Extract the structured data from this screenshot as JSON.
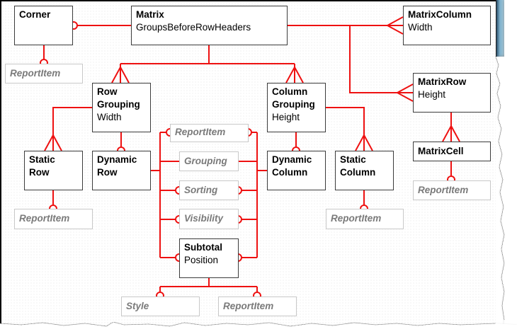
{
  "diagram": {
    "title": "Matrix report object model",
    "line_color": "#ee1111",
    "entities": {
      "corner": {
        "name": "Corner"
      },
      "matrix": {
        "name": "Matrix",
        "prop": "GroupsBeforeRowHeaders"
      },
      "matrix_column": {
        "name": "MatrixColumn",
        "prop": "Width"
      },
      "matrix_row": {
        "name": "MatrixRow",
        "prop": "Height"
      },
      "matrix_cell": {
        "name": "MatrixCell"
      },
      "row_grouping": {
        "name_line1": "Row",
        "name_line2": "Grouping",
        "prop": "Width"
      },
      "column_grouping": {
        "name_line1": "Column",
        "name_line2": "Grouping",
        "prop": "Height"
      },
      "static_row": {
        "name_line1": "Static",
        "name_line2": "Row"
      },
      "dynamic_row": {
        "name_line1": "Dynamic",
        "name_line2": "Row"
      },
      "dynamic_column": {
        "name_line1": "Dynamic",
        "name_line2": "Column"
      },
      "static_column": {
        "name_line1": "Static",
        "name_line2": "Column"
      },
      "subtotal": {
        "name": "Subtotal",
        "prop": "Position"
      }
    },
    "references": {
      "corner_reportitem": "ReportItem",
      "static_row_reportitem": "ReportItem",
      "group_reportitem": "ReportItem",
      "grouping": "Grouping",
      "sorting": "Sorting",
      "visibility": "Visibility",
      "static_column_reportitem": "ReportItem",
      "matrix_cell_reportitem": "ReportItem",
      "subtotal_style": "Style",
      "subtotal_reportitem": "ReportItem"
    },
    "relationships": [
      {
        "from": "Matrix",
        "to": "Corner",
        "cardinality": "zero-or-one"
      },
      {
        "from": "Corner",
        "to": "ReportItem",
        "cardinality": "zero-or-one"
      },
      {
        "from": "Matrix",
        "to": "MatrixColumn",
        "cardinality": "many"
      },
      {
        "from": "Matrix",
        "to": "MatrixRow",
        "cardinality": "many"
      },
      {
        "from": "Matrix",
        "to": "Row Grouping",
        "cardinality": "many"
      },
      {
        "from": "Matrix",
        "to": "Column Grouping",
        "cardinality": "many"
      },
      {
        "from": "MatrixRow",
        "to": "MatrixCell",
        "cardinality": "many"
      },
      {
        "from": "MatrixCell",
        "to": "ReportItem",
        "cardinality": "zero-or-one"
      },
      {
        "from": "Row Grouping",
        "to": "Static Row",
        "cardinality": "many"
      },
      {
        "from": "Row Grouping",
        "to": "Dynamic Row",
        "cardinality": "zero-or-one"
      },
      {
        "from": "Column Grouping",
        "to": "Static Column",
        "cardinality": "many"
      },
      {
        "from": "Column Grouping",
        "to": "Dynamic Column",
        "cardinality": "zero-or-one"
      },
      {
        "from": "Static Row",
        "to": "ReportItem",
        "cardinality": "zero-or-one"
      },
      {
        "from": "Static Column",
        "to": "ReportItem",
        "cardinality": "zero-or-one"
      },
      {
        "from": "Dynamic Row/Column",
        "to": "ReportItem",
        "cardinality": "zero-or-one"
      },
      {
        "from": "Dynamic Row/Column",
        "to": "Grouping",
        "cardinality": "one"
      },
      {
        "from": "Dynamic Row/Column",
        "to": "Sorting",
        "cardinality": "zero-or-one"
      },
      {
        "from": "Dynamic Row/Column",
        "to": "Visibility",
        "cardinality": "zero-or-one"
      },
      {
        "from": "Dynamic Row/Column",
        "to": "Subtotal",
        "cardinality": "zero-or-one"
      },
      {
        "from": "Subtotal",
        "to": "Style",
        "cardinality": "zero-or-one"
      },
      {
        "from": "Subtotal",
        "to": "ReportItem",
        "cardinality": "zero-or-one"
      }
    ]
  }
}
